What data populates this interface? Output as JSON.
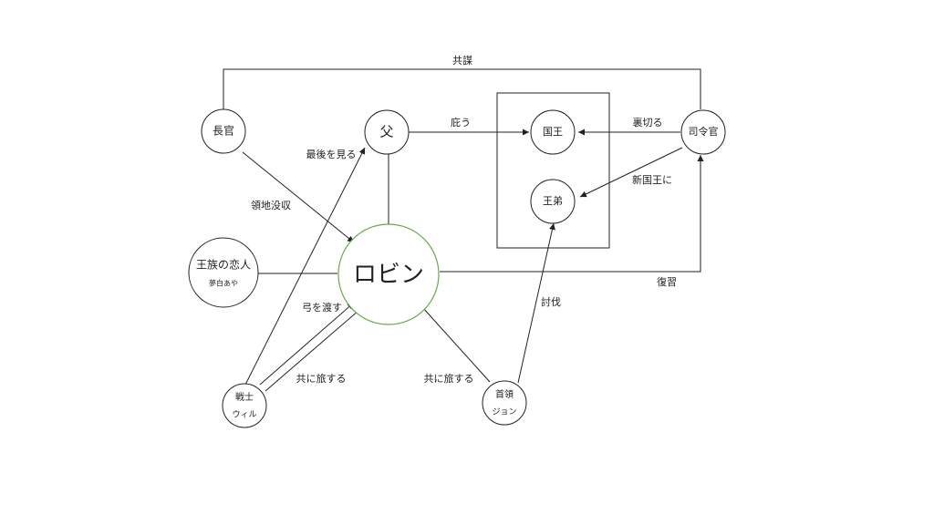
{
  "nodes": {
    "chokan": "長官",
    "chichi": "父",
    "kokuo": "国王",
    "otouto": "王弟",
    "shireikan": "司令官",
    "koibito_1": "王族の恋人",
    "koibito_2": "夢白あや",
    "robin": "ロビン",
    "senshi_1": "戦士",
    "senshi_2": "ウィル",
    "shuryo_1": "首領",
    "shuryo_2": "ジョン"
  },
  "edges": {
    "kyobo": "共謀",
    "kabau": "庇う",
    "uragiru": "裏切る",
    "shinkokuo": "新国王に",
    "saigo": "最後を見る",
    "ryochi": "領地没収",
    "yumi": "弓を渡す",
    "tomo_will": "共に旅する",
    "tomo_john": "共に旅する",
    "fukushu": "復習",
    "tobatsu": "討伐"
  }
}
